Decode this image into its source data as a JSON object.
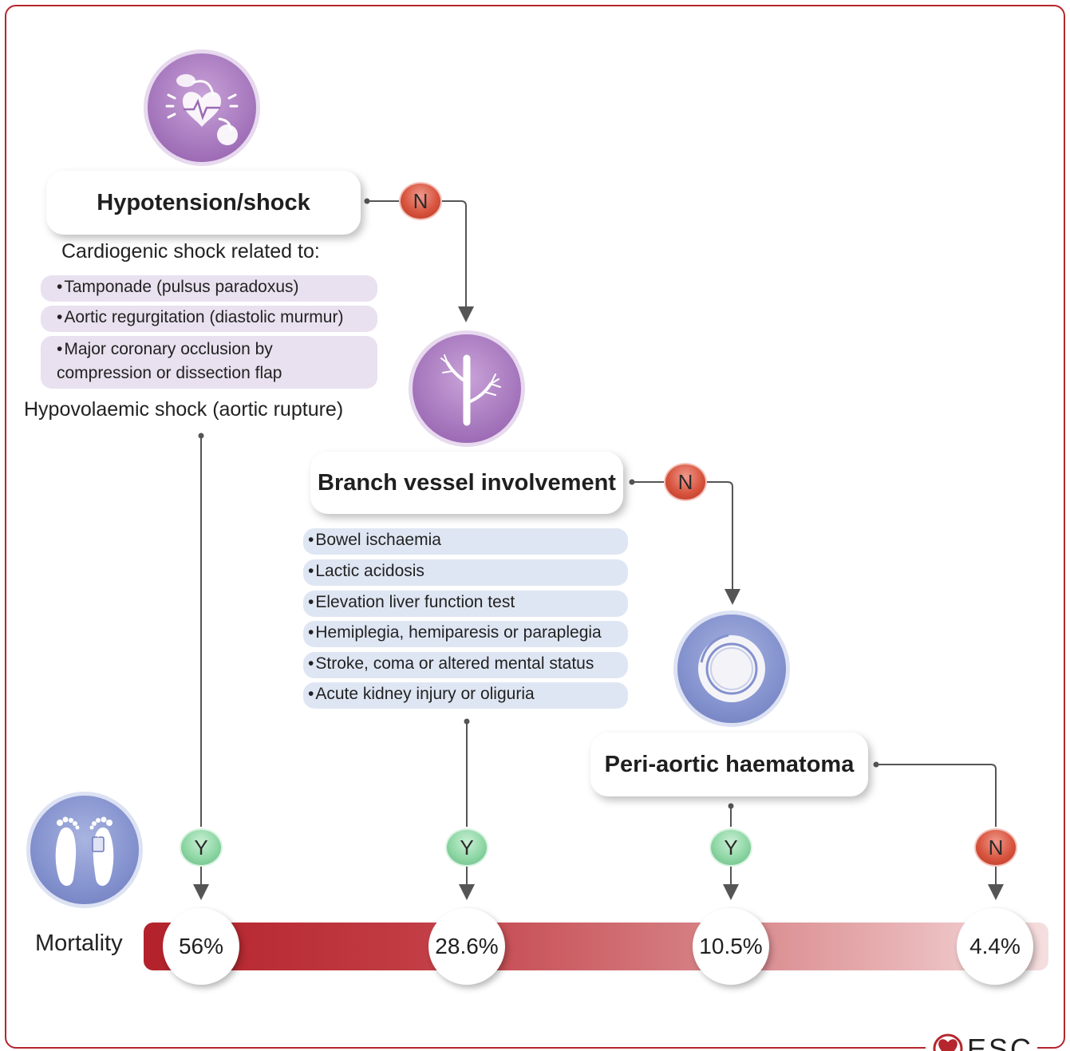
{
  "nodes": {
    "hypotension": {
      "title": "Hypotension/shock",
      "cardiogenic_heading": "Cardiogenic shock related to:",
      "items": [
        "Tamponade (pulsus paradoxus)",
        "Aortic regurgitation (diastolic murmur)",
        "Major coronary occlusion by",
        "compression or dissection flap"
      ],
      "hypovolaemic": "Hypovolaemic shock (aortic rupture)"
    },
    "branch": {
      "title": "Branch vessel involvement",
      "items": [
        "Bowel ischaemia",
        "Lactic acidosis",
        "Elevation liver function test",
        "Hemiplegia, hemiparesis or paraplegia",
        "Stroke, coma or altered mental status",
        "Acute kidney injury or oliguria"
      ]
    },
    "periaortic": {
      "title": "Peri-aortic haematoma"
    }
  },
  "decisions": {
    "yes": "Y",
    "no": "N"
  },
  "mortality": {
    "label": "Mortality",
    "values": [
      "56%",
      "28.6%",
      "10.5%",
      "4.4%"
    ]
  },
  "logo": {
    "text": "ESC"
  },
  "colors": {
    "frame": "#b5262d",
    "purple_icon": "#a977c0",
    "blue_icon": "#7f8fc8",
    "bar_start": "#b3222b",
    "bar_end": "#f5dfe0"
  }
}
